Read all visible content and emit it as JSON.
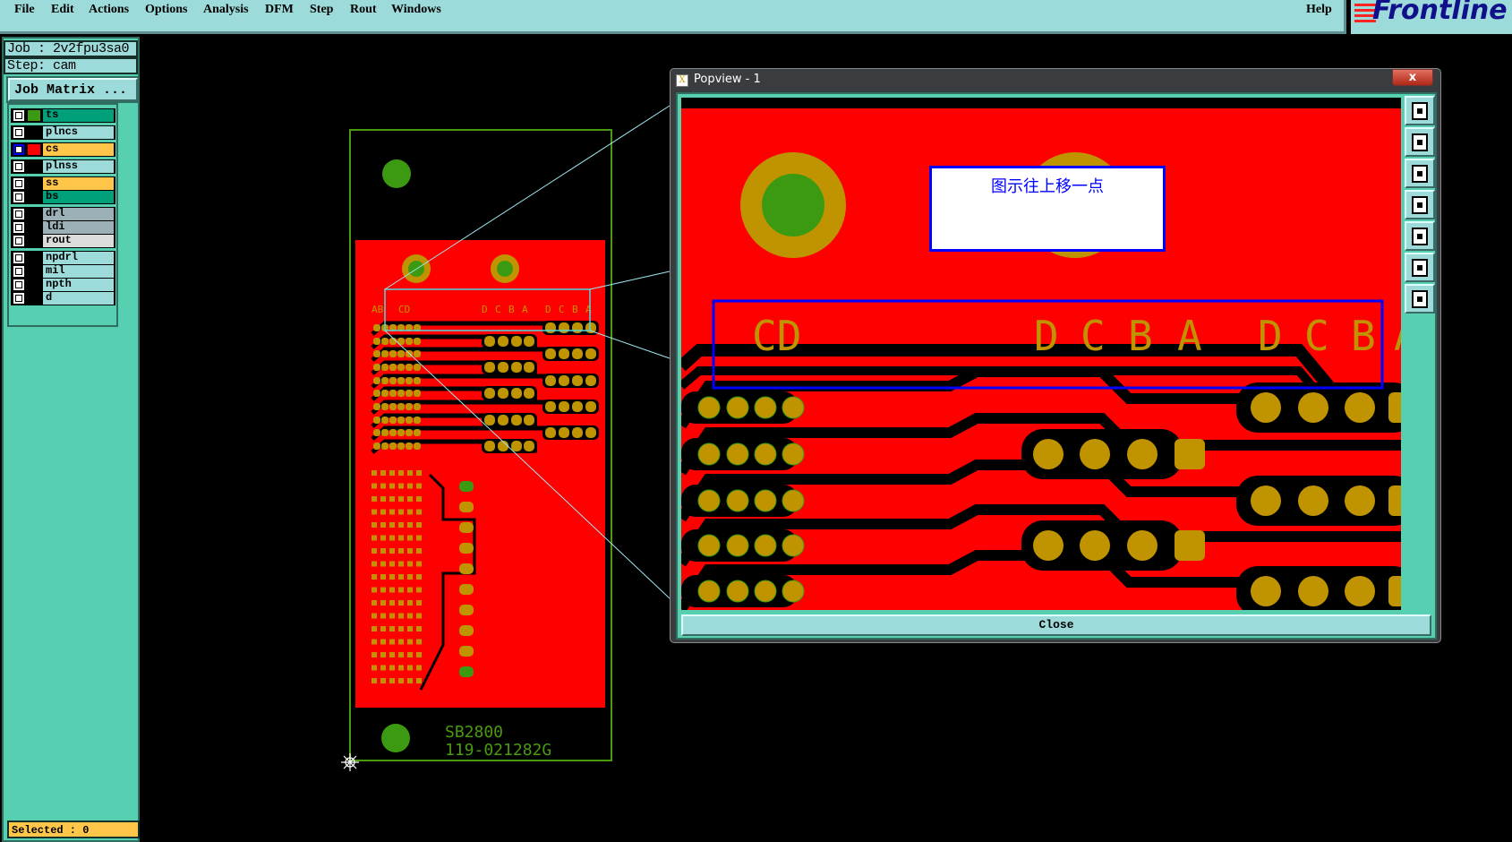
{
  "menu": [
    "File",
    "Edit",
    "Actions",
    "Options",
    "Analysis",
    "DFM",
    "Step",
    "Rout",
    "Windows"
  ],
  "help": "Help",
  "logo_text": "Frontline",
  "job": "Job  :  2v2fpu3sa0",
  "step": "Step:  cam",
  "job_matrix_button": "Job Matrix ...",
  "layers": [
    {
      "name": "ts",
      "color": "#00a07a",
      "swatch": "#3c9a12"
    },
    {
      "name": "plncs",
      "color": "#9ddada",
      "swatch": ""
    },
    {
      "name": "cs",
      "color": "#ffc64a",
      "swatch": "#ff0000",
      "active": true
    },
    {
      "name": "plnss",
      "color": "#9ddada",
      "swatch": ""
    },
    {
      "name": "ss",
      "color": "#ffc64a",
      "swatch": ""
    },
    {
      "name": "bs",
      "color": "#00a07a",
      "swatch": ""
    },
    {
      "name": "drl",
      "color": "#9cb0b8",
      "swatch": ""
    },
    {
      "name": "ldi",
      "color": "#9cb0b8",
      "swatch": ""
    },
    {
      "name": "rout",
      "color": "#dcdcdc",
      "swatch": ""
    },
    {
      "name": "npdrl",
      "color": "#9ddada",
      "swatch": ""
    },
    {
      "name": "mil",
      "color": "#9ddada",
      "swatch": ""
    },
    {
      "name": "npth",
      "color": "#9ddada",
      "swatch": ""
    },
    {
      "name": "d",
      "color": "#9ddada",
      "swatch": ""
    }
  ],
  "selected": "Selected : 0",
  "board": {
    "labels_top": [
      "AB",
      "CD",
      "D",
      "C",
      "B",
      "A",
      "D",
      "C",
      "B",
      "A"
    ],
    "part_number": "SB2800",
    "part_code": "119-021282G"
  },
  "popview": {
    "title": "Popview - 1",
    "close_x": "x",
    "note": "图示往上移一点",
    "letters": [
      "CD",
      "D",
      "C",
      "B",
      "A",
      "D",
      "C",
      "B",
      "A"
    ],
    "close_button": "Close",
    "tools": [
      "zoom-window-icon",
      "pan-up-icon",
      "pan-down-icon",
      "pan-left-icon",
      "pan-right-icon",
      "zoom-out-icon",
      "zoom-fit-icon"
    ]
  },
  "colors": {
    "copper": "#ff0000",
    "pad": "#c09400",
    "via": "#3c9a12",
    "outline": "#4a9a10",
    "highlight": "#0000ff"
  }
}
